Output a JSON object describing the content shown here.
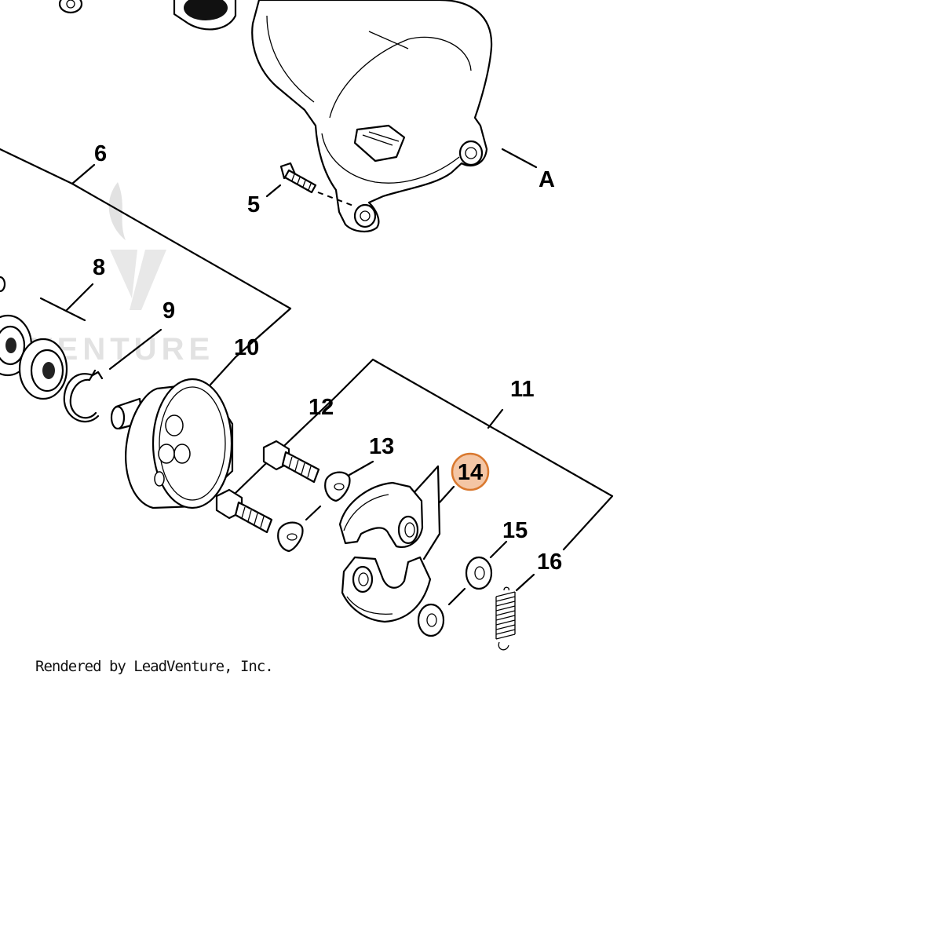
{
  "callouts": {
    "c5": "5",
    "c6": "6",
    "c8": "8",
    "c9": "9",
    "c10": "10",
    "c11": "11",
    "c12": "12",
    "c13": "13",
    "c14": "14",
    "c15": "15",
    "c16": "16",
    "view_a": "A"
  },
  "highlight": {
    "part": "14",
    "fill": "#F4C6A5",
    "stroke": "#D9782E"
  },
  "watermark": {
    "text": "VENTURE"
  },
  "credit": {
    "text": "Rendered by LeadVenture, Inc."
  },
  "colors": {
    "line": "#000000",
    "background": "#ffffff",
    "watermark": "#e2e2e2"
  }
}
